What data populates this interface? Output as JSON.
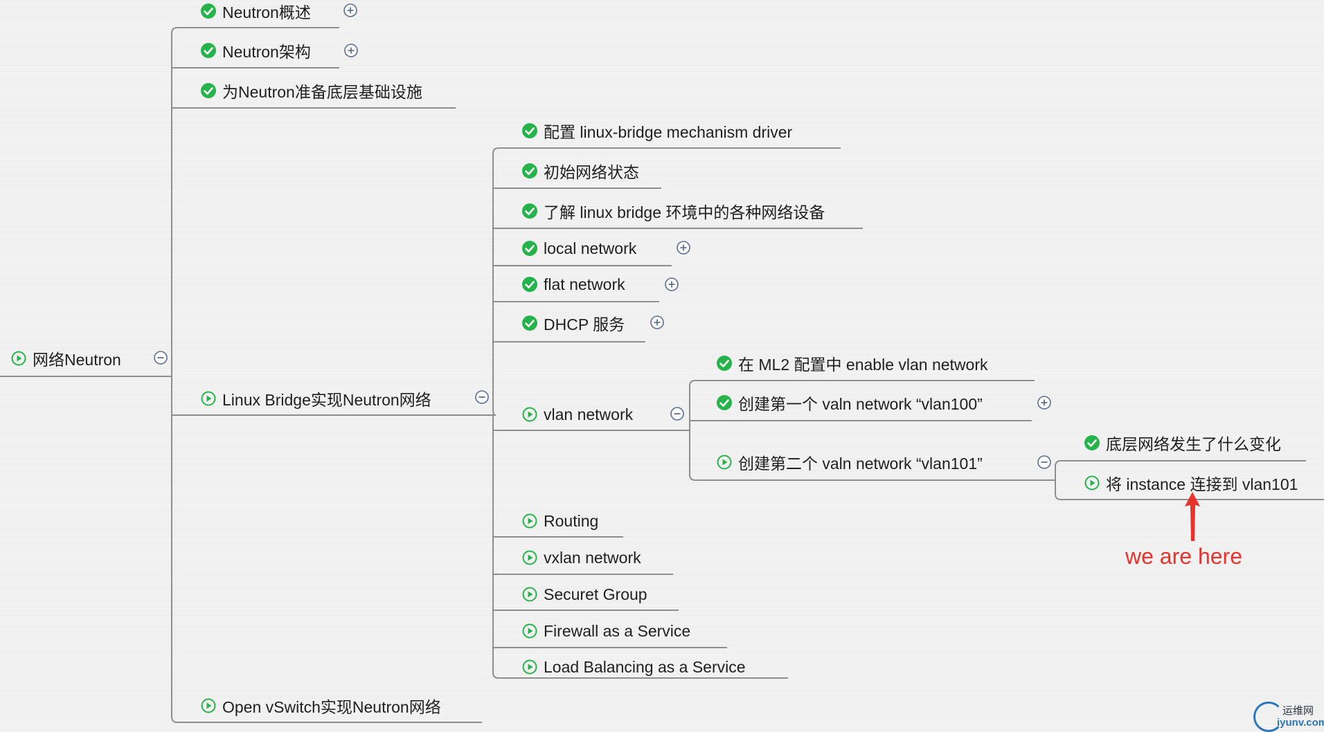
{
  "root": {
    "label": "网络Neutron",
    "icon": "play-circle-icon",
    "toggle": "collapse-minus-icon"
  },
  "level1": [
    {
      "label": "Neutron概述",
      "icon": "check-circle-icon",
      "toggle": "expand-plus-icon"
    },
    {
      "label": "Neutron架构",
      "icon": "check-circle-icon",
      "toggle": "expand-plus-icon"
    },
    {
      "label": "为Neutron准备底层基础设施",
      "icon": "check-circle-icon"
    },
    {
      "label": "Linux Bridge实现Neutron网络",
      "icon": "play-circle-icon",
      "toggle": "collapse-minus-icon"
    },
    {
      "label": "Open vSwitch实现Neutron网络",
      "icon": "play-circle-icon"
    }
  ],
  "linux_bridge_children": [
    {
      "label": "配置 linux-bridge mechanism driver",
      "icon": "check-circle-icon"
    },
    {
      "label": "初始网络状态",
      "icon": "check-circle-icon"
    },
    {
      "label": "了解 linux bridge 环境中的各种网络设备",
      "icon": "check-circle-icon"
    },
    {
      "label": "local network",
      "icon": "check-circle-icon",
      "toggle": "expand-plus-icon"
    },
    {
      "label": "flat network",
      "icon": "check-circle-icon",
      "toggle": "expand-plus-icon"
    },
    {
      "label": "DHCP 服务",
      "icon": "check-circle-icon",
      "toggle": "expand-plus-icon"
    },
    {
      "label": "vlan network",
      "icon": "play-circle-icon",
      "toggle": "collapse-minus-icon"
    },
    {
      "label": "Routing",
      "icon": "play-circle-icon"
    },
    {
      "label": "vxlan network",
      "icon": "play-circle-icon"
    },
    {
      "label": "Securet Group",
      "icon": "play-circle-icon"
    },
    {
      "label": "Firewall as a Service",
      "icon": "play-circle-icon"
    },
    {
      "label": "Load Balancing as a Service",
      "icon": "play-circle-icon"
    }
  ],
  "vlan_children": [
    {
      "label": "在 ML2 配置中 enable vlan network",
      "icon": "check-circle-icon"
    },
    {
      "label": "创建第一个 valn network “vlan100”",
      "icon": "check-circle-icon",
      "toggle": "expand-plus-icon"
    },
    {
      "label": "创建第二个 valn network “vlan101”",
      "icon": "play-circle-icon",
      "toggle": "collapse-minus-icon"
    }
  ],
  "vlan101_children": [
    {
      "label": "底层网络发生了什么变化",
      "icon": "check-circle-icon"
    },
    {
      "label": "将 instance 连接到 vlan101",
      "icon": "play-circle-icon"
    }
  ],
  "annotation": {
    "text": "we are here",
    "color": "#e8322c"
  },
  "watermark": {
    "line1": "运维网",
    "line2": "iyunv.com"
  },
  "colors": {
    "check": "#27b34b",
    "play": "#27b34b",
    "connector": "#8e8e8e",
    "toggle": "#5b6f8f"
  }
}
